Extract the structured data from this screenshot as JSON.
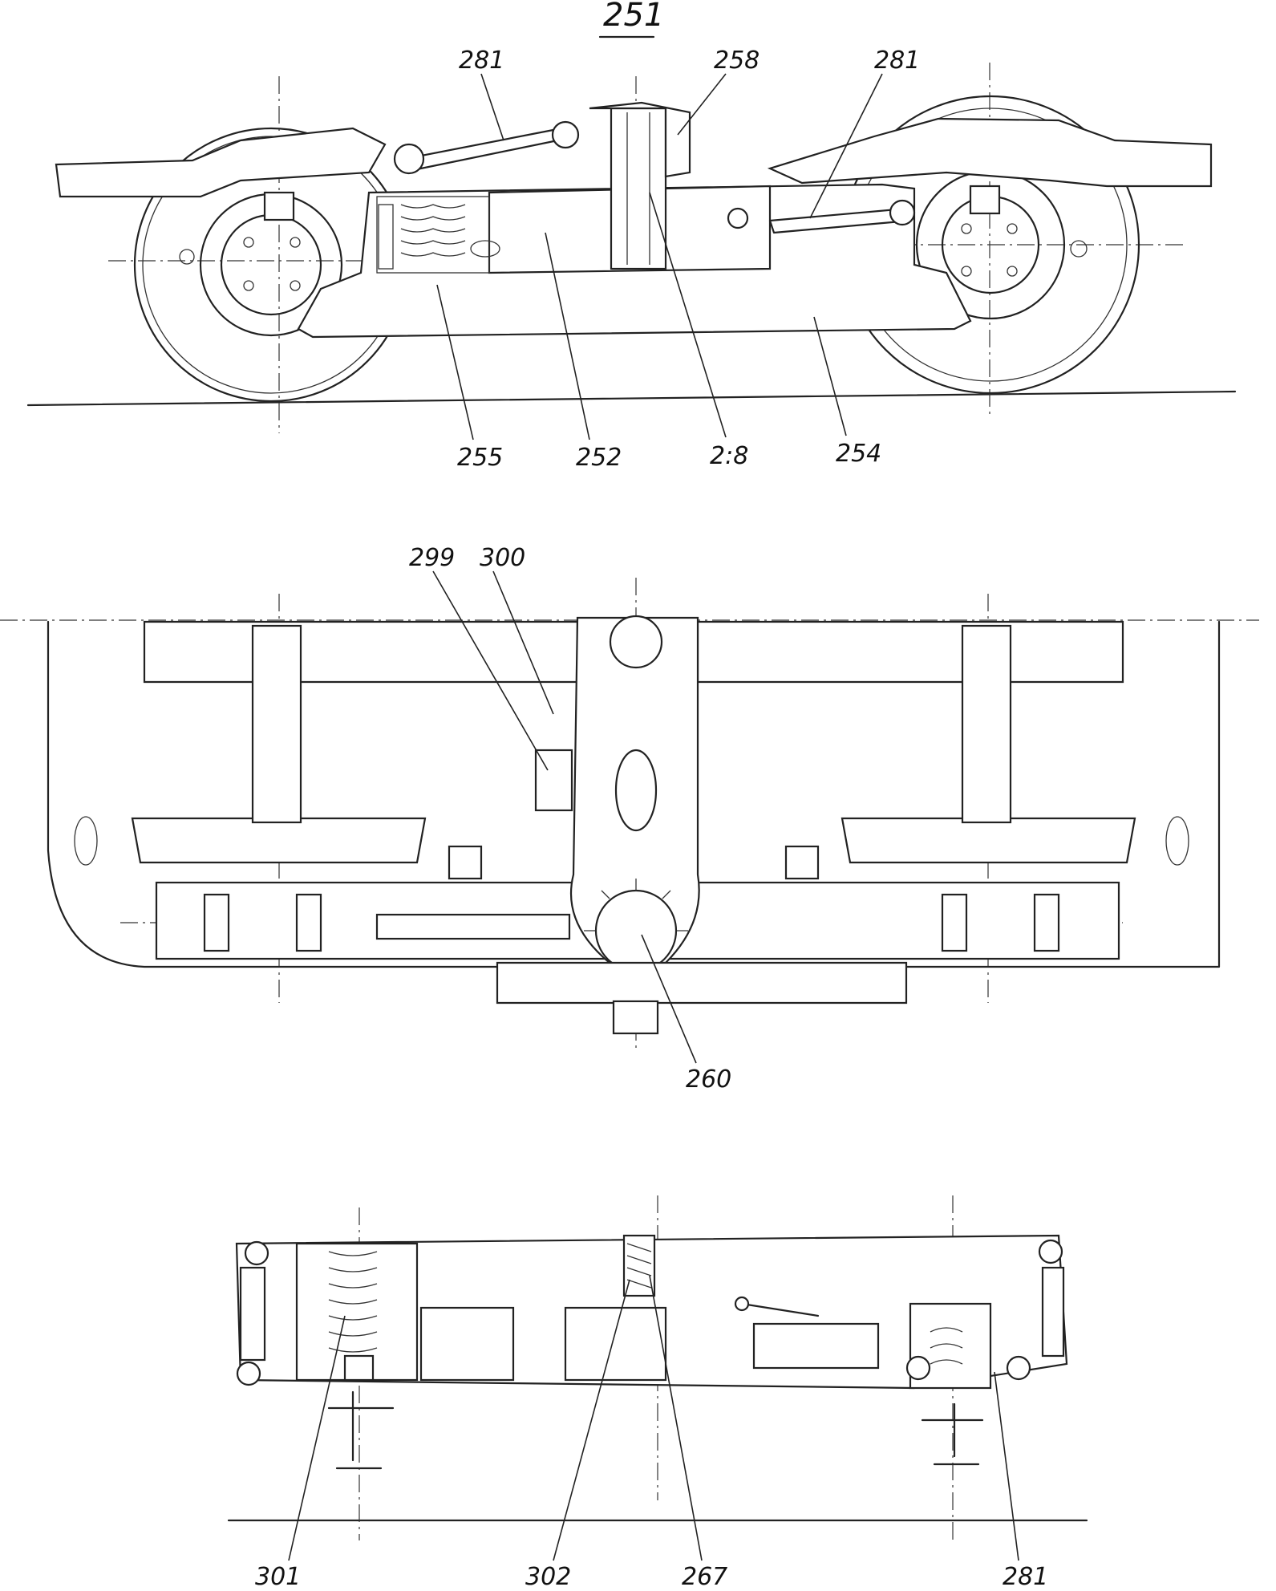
{
  "figure_label": "251",
  "views": {
    "side": {
      "refs": [
        "281",
        "258",
        "281",
        "255",
        "252",
        "2:8",
        "254"
      ]
    },
    "plan": {
      "refs": [
        "299",
        "300",
        "260"
      ]
    },
    "section": {
      "refs": [
        "301",
        "302",
        "267",
        "281"
      ]
    }
  }
}
